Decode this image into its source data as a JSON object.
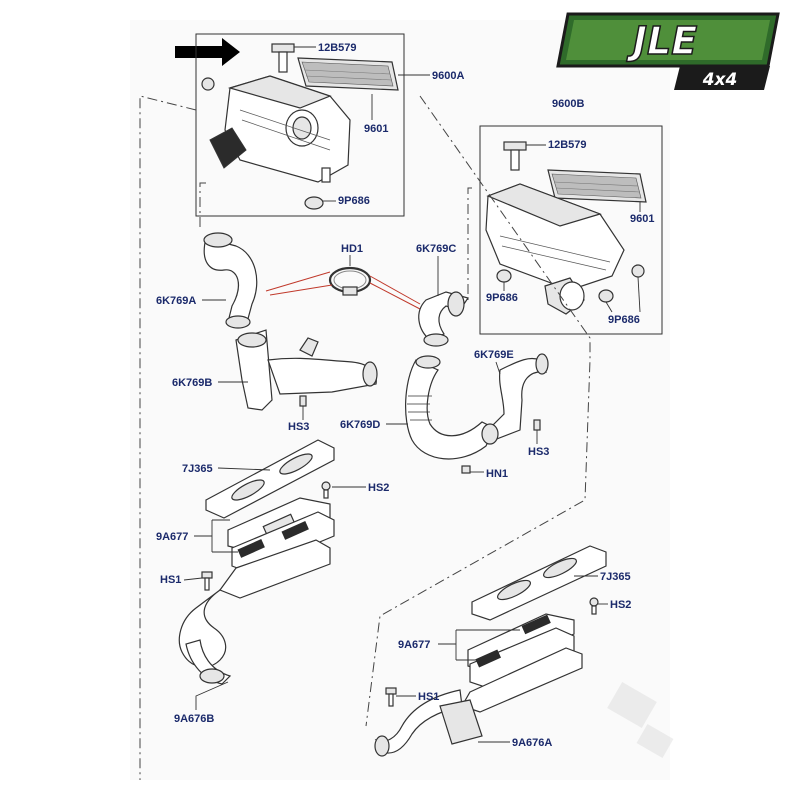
{
  "logo": {
    "brand": "JLE",
    "sub": "4x4",
    "brand_color": "#2f6b2a",
    "sub_color": "#ffffff"
  },
  "labels": {
    "p12B579_top": "12B579",
    "p9600A": "9600A",
    "p9601_top": "9601",
    "p9P686_top": "9P686",
    "p9600B": "9600B",
    "p12B579_right": "12B579",
    "p9601_right": "9601",
    "p9P686_right_a": "9P686",
    "p9P686_right_b": "9P686",
    "pHD1": "HD1",
    "p6K769C": "6K769C",
    "p6K769A": "6K769A",
    "p6K769B": "6K769B",
    "pHS3_left": "HS3",
    "p6K769E": "6K769E",
    "p6K769D": "6K769D",
    "pHS3_right": "HS3",
    "pHN1": "HN1",
    "p7J365_left": "7J365",
    "pHS2_left": "HS2",
    "p9A677_left": "9A677",
    "pHS1_left": "HS1",
    "p9A676B": "9A676B",
    "p7J365_right": "7J365",
    "pHS2_right": "HS2",
    "p9A677_right": "9A677",
    "pHS1_right": "HS1",
    "p9A676A": "9A676A"
  },
  "colors": {
    "label": "#1b2a6b",
    "highlight_lines": "#c0392b",
    "arrow": "#000000"
  },
  "icons": {
    "pointer": "arrow-right-icon"
  }
}
